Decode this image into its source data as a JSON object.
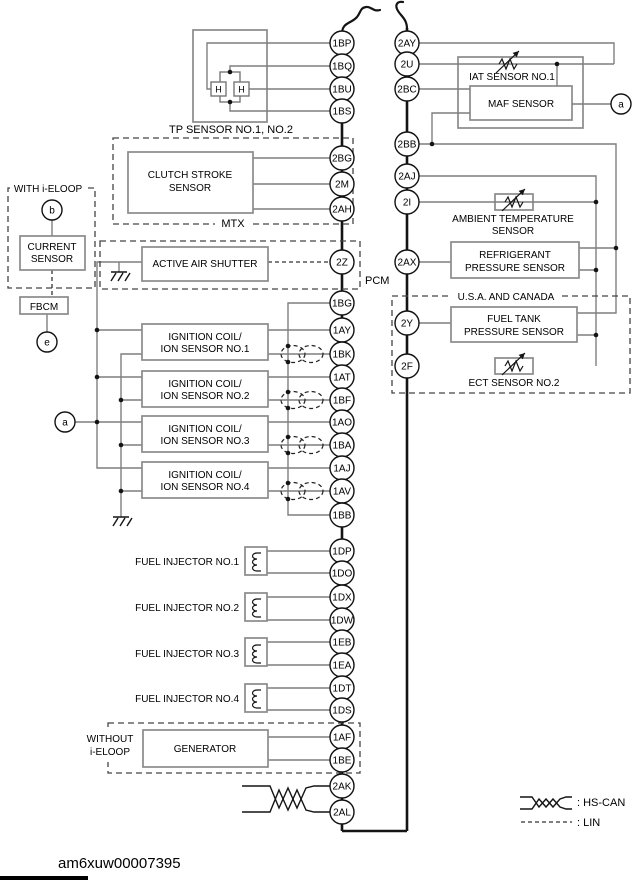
{
  "footer_code": "am6xuw00007395",
  "colors": {
    "line": "#141414",
    "wire": "#7f7f7f",
    "box_border": "#8a8a8a",
    "background": "#ffffff"
  },
  "labels": {
    "pcm": "PCM",
    "mtx": "MTX",
    "with_ieloop": "WITH i-ELOOP",
    "without_ieloop_l1": "WITHOUT",
    "without_ieloop_l2": "i-ELOOP",
    "usa_canada": "U.S.A. AND CANADA",
    "h_left": "H",
    "h_right": "H"
  },
  "legend": {
    "hs_can": ": HS-CAN",
    "lin": ": LIN"
  },
  "refs": {
    "a_left": "a",
    "a_right": "a",
    "b": "b",
    "e": "e"
  },
  "components": {
    "tp_sensor": "TP SENSOR NO.1, NO.2",
    "clutch_l1": "CLUTCH STROKE",
    "clutch_l2": "SENSOR",
    "current_l1": "CURRENT",
    "current_l2": "SENSOR",
    "fbcm": "FBCM",
    "active_air_shutter": "ACTIVE AIR SHUTTER",
    "coil1_l1": "IGNITION COIL/",
    "coil1_l2": "ION SENSOR NO.1",
    "coil2_l1": "IGNITION COIL/",
    "coil2_l2": "ION SENSOR NO.2",
    "coil3_l1": "IGNITION COIL/",
    "coil3_l2": "ION SENSOR NO.3",
    "coil4_l1": "IGNITION COIL/",
    "coil4_l2": "ION SENSOR NO.4",
    "inj1": "FUEL INJECTOR NO.1",
    "inj2": "FUEL INJECTOR NO.2",
    "inj3": "FUEL INJECTOR NO.3",
    "inj4": "FUEL INJECTOR NO.4",
    "generator": "GENERATOR",
    "iat": "IAT SENSOR NO.1",
    "maf": "MAF SENSOR",
    "ambient_l1": "AMBIENT TEMPERATURE",
    "ambient_l2": "SENSOR",
    "refrig_l1": "REFRIGERANT",
    "refrig_l2": "PRESSURE SENSOR",
    "fueltank_l1": "FUEL TANK",
    "fueltank_l2": "PRESSURE SENSOR",
    "ect": "ECT SENSOR NO.2"
  },
  "connectors": {
    "1BP": "1BP",
    "1BQ": "1BQ",
    "1BU": "1BU",
    "1BS": "1BS",
    "2BG": "2BG",
    "2M": "2M",
    "2AH": "2AH",
    "2Z": "2Z",
    "1BG": "1BG",
    "1AY": "1AY",
    "1BK": "1BK",
    "1AT": "1AT",
    "1BF": "1BF",
    "1AO": "1AO",
    "1BA": "1BA",
    "1AJ": "1AJ",
    "1AV": "1AV",
    "1BB": "1BB",
    "1DP": "1DP",
    "1DO": "1DO",
    "1DX": "1DX",
    "1DW": "1DW",
    "1EB": "1EB",
    "1EA": "1EA",
    "1DT": "1DT",
    "1DS": "1DS",
    "1AF": "1AF",
    "1BE": "1BE",
    "2AK": "2AK",
    "2AL": "2AL",
    "2AY": "2AY",
    "2U": "2U",
    "2BC": "2BC",
    "2BB": "2BB",
    "2AJ": "2AJ",
    "2I": "2I",
    "2AX": "2AX",
    "2Y": "2Y",
    "2F": "2F"
  }
}
